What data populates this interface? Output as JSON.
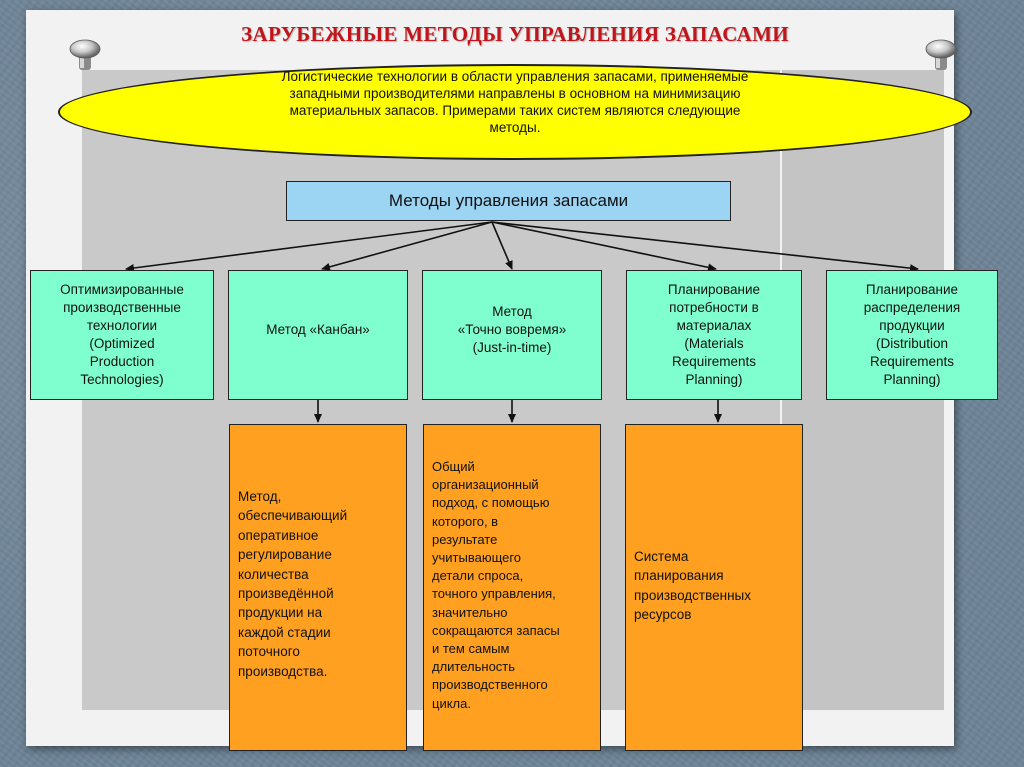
{
  "title": "ЗАРУБЕЖНЫЕ МЕТОДЫ УПРАВЛЕНИЯ ЗАПАСАМИ",
  "intro": {
    "lines": [
      "Логистические технологии в области управления запасами, применяемые",
      "западными производителями направлены в основном на минимизацию",
      "материальных запасов. Примерами таких систем являются следующие",
      "методы."
    ]
  },
  "root": {
    "label": "Методы управления запасами"
  },
  "methods": [
    {
      "lines": [
        "Оптимизированные",
        "производственные",
        "технологии",
        "(Optimized",
        "Production",
        "Technologies)"
      ]
    },
    {
      "lines": [
        "Метод «Канбан»"
      ]
    },
    {
      "lines": [
        "Метод",
        "«Точно вовремя»",
        "(Just-in-time)"
      ]
    },
    {
      "lines": [
        "Планирование",
        "потребности в",
        "материалах",
        "(Materials",
        "Requirements",
        "Planning)"
      ]
    },
    {
      "lines": [
        "Планирование",
        "распределения",
        "продукции",
        "(Distribution",
        "Requirements",
        "Planning)"
      ]
    }
  ],
  "descriptions": [
    {
      "method_index": 1,
      "lines": [
        "Метод,",
        "обеспечивающий",
        "оперативное",
        "регулирование",
        "количества",
        "произведённой",
        "продукции на",
        "каждой стадии",
        "поточного",
        "производства."
      ]
    },
    {
      "method_index": 2,
      "lines": [
        "Общий",
        "организационный",
        "подход, с помощью",
        "которого, в",
        "результате",
        "учитывающего",
        "детали спроса,",
        "точного управления,",
        "значительно",
        "сокращаются запасы",
        "и тем самым",
        "длительность",
        "производственного",
        "цикла."
      ]
    },
    {
      "method_index": 3,
      "lines": [
        "Система",
        "планирования",
        "производственных",
        "ресурсов"
      ]
    }
  ],
  "colors": {
    "title": "#c0161b",
    "ellipse": "#ffff00",
    "root_box": "#9cd4f3",
    "method_box": "#7fffd0",
    "description_box": "#ffa020"
  }
}
